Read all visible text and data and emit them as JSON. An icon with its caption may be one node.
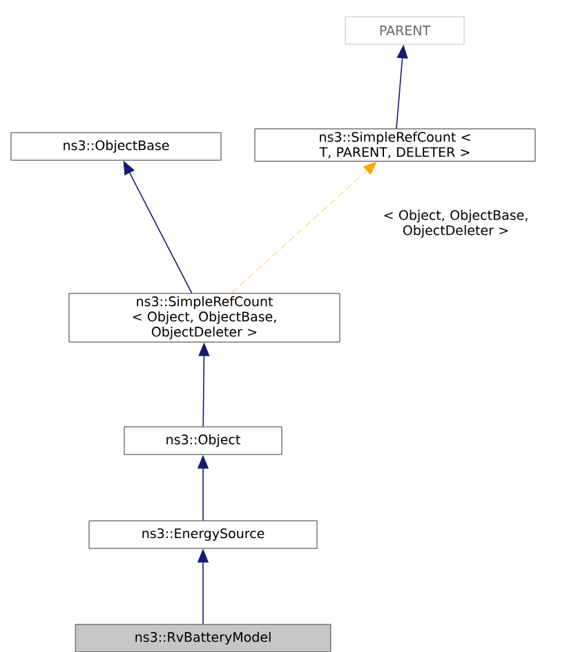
{
  "diagram": {
    "nodes": [
      {
        "text": [
          "PARENT"
        ]
      },
      {
        "text": [
          "ns3::ObjectBase"
        ]
      },
      {
        "text": [
          "ns3::SimpleRefCount < T, PARENT, DELETER >"
        ]
      },
      {
        "text": [
          "ns3::SimpleRefCount < Object, ObjectBase, ObjectDeleter >"
        ]
      },
      {
        "text": [
          "ns3::Object"
        ]
      },
      {
        "text": [
          "ns3::EnergySource"
        ]
      },
      {
        "text": [
          "ns3::RvBatteryModel"
        ]
      }
    ],
    "edges": [
      {
        "from": 2,
        "to": 0,
        "arrow": "to"
      },
      {
        "from": 3,
        "to": 1,
        "arrow": "to"
      },
      {
        "from": 3,
        "to": 2,
        "arrow": "to",
        "label": "< Object, ObjectBase, ObjectDeleter >",
        "style": "dashed",
        "color": "#ffa500"
      },
      {
        "from": 4,
        "to": 3,
        "arrow": "to"
      },
      {
        "from": 5,
        "to": 4,
        "arrow": "to"
      },
      {
        "from": 6,
        "to": 5,
        "arrow": "to"
      }
    ]
  }
}
